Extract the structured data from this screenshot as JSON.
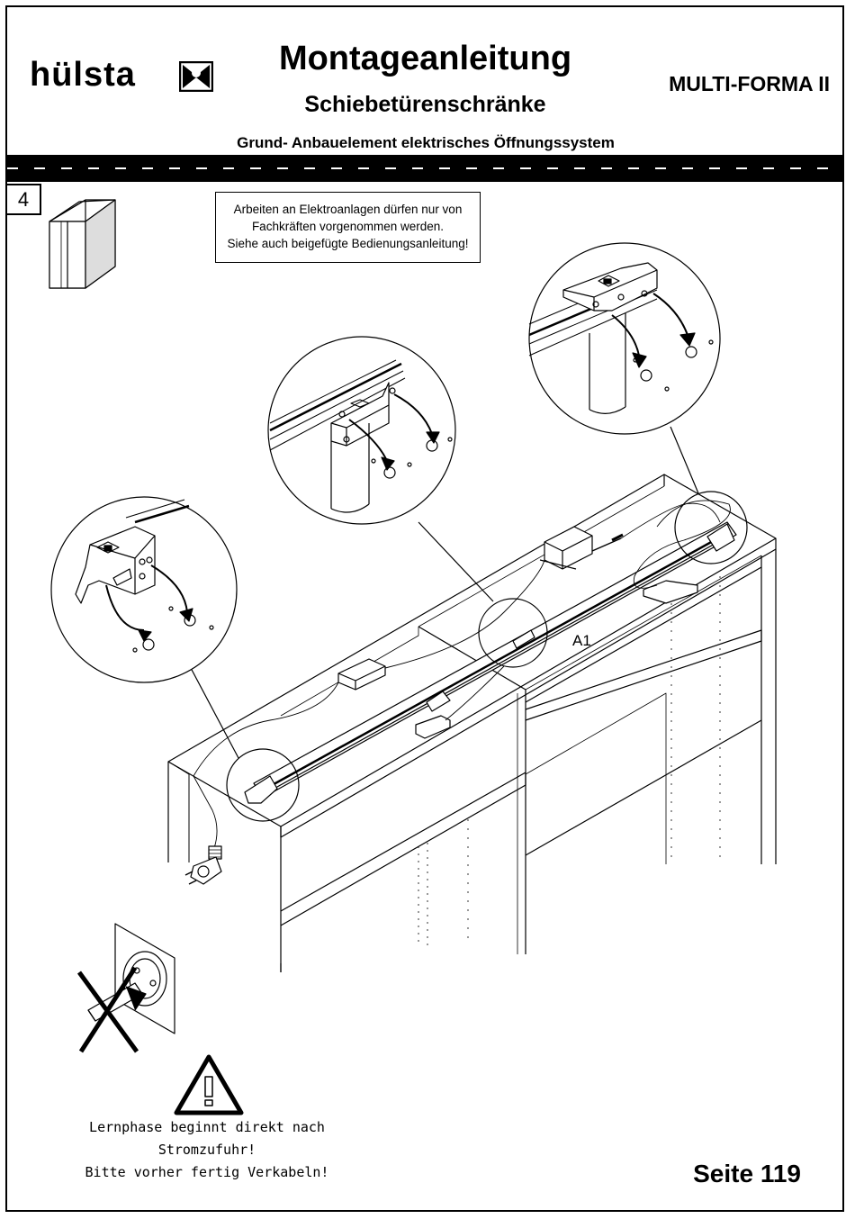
{
  "header": {
    "logo_text": "hülsta",
    "title": "Montageanleitung",
    "subtitle": "Schiebetürenschränke",
    "product": "MULTI-FORMA II",
    "headline": "Grund- Anbauelement elektrisches Öffnungssystem"
  },
  "step": {
    "number": "4"
  },
  "notice": {
    "line1": "Arbeiten an Elektroanlagen dürfen nur von",
    "line2": "Fachkräften vorgenommen werden.",
    "line3": "Siehe auch beigefügte Bedienungsanleitung!"
  },
  "diagram": {
    "label_a1": "A1"
  },
  "warning": {
    "line1": "Lernphase beginnt direkt nach",
    "line2": "Stromzufuhr!",
    "line3": "Bitte vorher fertig Verkabeln!"
  },
  "footer": {
    "page": "Seite 119"
  }
}
